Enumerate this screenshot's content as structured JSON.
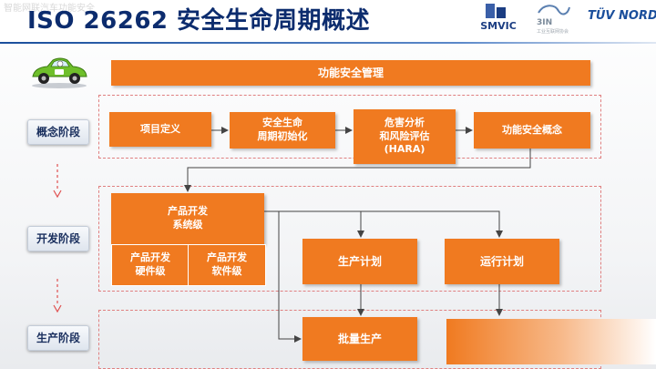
{
  "header": {
    "title": "ISO 26262 安全生命周期概述",
    "watermark": "智能网联汽车功能安全",
    "logos": {
      "smvic": "SMVIC",
      "three_in": "3IN",
      "three_in_sub": "工业互联网协会",
      "tuv": "TÜV NORD"
    }
  },
  "phases": {
    "concept": "概念阶段",
    "development": "开发阶段",
    "production": "生产阶段"
  },
  "diagram": {
    "management": "功能安全管理",
    "concept_steps": [
      "项目定义",
      "安全生命\n周期初始化",
      "危害分析\n和风险评估\n(HARA)",
      "功能安全概念"
    ],
    "product_dev": "产品开发\n系统级",
    "hw": "产品开发\n硬件级",
    "sw": "产品开发\n软件级",
    "production_plan": "生产计划",
    "operation_plan": "运行计划",
    "mass_production": "批量生产"
  },
  "colors": {
    "box": "#f07a20",
    "title": "#0c2c6e",
    "phase_text": "#1a2f5e",
    "dashed_border": "#e08080",
    "phase_arrow": "#e05050"
  }
}
